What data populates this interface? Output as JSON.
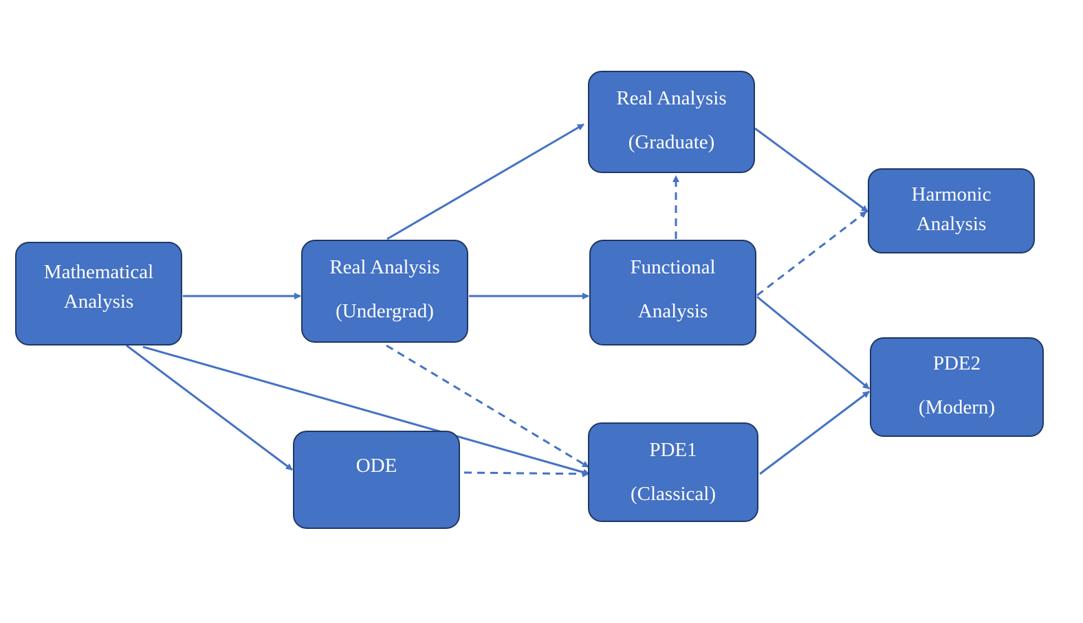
{
  "diagram": {
    "colors": {
      "node_fill": "#4472c4",
      "node_border": "#1f3864",
      "node_text": "#ffffff",
      "edge": "#4472c4",
      "background": "#ffffff"
    },
    "nodes": {
      "mathematical_analysis": {
        "lines": [
          "Mathematical",
          "Analysis"
        ]
      },
      "real_analysis_undergrad": {
        "lines": [
          "Real Analysis",
          "(Undergrad)"
        ]
      },
      "real_analysis_graduate": {
        "lines": [
          "Real Analysis",
          "(Graduate)"
        ]
      },
      "functional_analysis": {
        "lines": [
          "Functional",
          "Analysis"
        ]
      },
      "harmonic_analysis": {
        "lines": [
          "Harmonic",
          "Analysis"
        ]
      },
      "pde2_modern": {
        "lines": [
          "PDE2",
          "(Modern)"
        ]
      },
      "ode": {
        "lines": [
          "ODE"
        ]
      },
      "pde1_classical": {
        "lines": [
          "PDE1",
          "(Classical)"
        ]
      }
    },
    "edges": [
      {
        "from": "mathematical_analysis",
        "to": "real_analysis_undergrad",
        "style": "solid"
      },
      {
        "from": "mathematical_analysis",
        "to": "ode",
        "style": "solid"
      },
      {
        "from": "mathematical_analysis",
        "to": "pde1_classical",
        "style": "solid"
      },
      {
        "from": "real_analysis_undergrad",
        "to": "real_analysis_graduate",
        "style": "solid"
      },
      {
        "from": "real_analysis_undergrad",
        "to": "functional_analysis",
        "style": "solid"
      },
      {
        "from": "real_analysis_undergrad",
        "to": "pde1_classical",
        "style": "dashed"
      },
      {
        "from": "functional_analysis",
        "to": "real_analysis_graduate",
        "style": "dashed"
      },
      {
        "from": "real_analysis_graduate",
        "to": "harmonic_analysis",
        "style": "solid"
      },
      {
        "from": "functional_analysis",
        "to": "harmonic_analysis",
        "style": "dashed"
      },
      {
        "from": "functional_analysis",
        "to": "pde2_modern",
        "style": "solid"
      },
      {
        "from": "ode",
        "to": "pde1_classical",
        "style": "dashed"
      },
      {
        "from": "pde1_classical",
        "to": "pde2_modern",
        "style": "solid"
      }
    ]
  }
}
